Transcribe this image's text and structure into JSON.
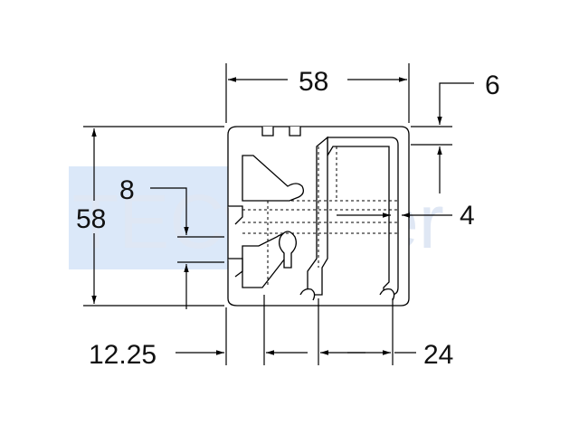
{
  "watermark": {
    "text": "TECwalker",
    "box_color": "#cfe0f7",
    "text_color": "#dfe7f4"
  },
  "dimensions": {
    "width_top": "58",
    "height_left": "58",
    "slot_top": "6",
    "slot_right": "4",
    "slot_left": "8",
    "offset_bottom_left": "12.25",
    "offset_bottom_right": "24"
  },
  "colors": {
    "line": "#000000",
    "text": "#111111"
  }
}
